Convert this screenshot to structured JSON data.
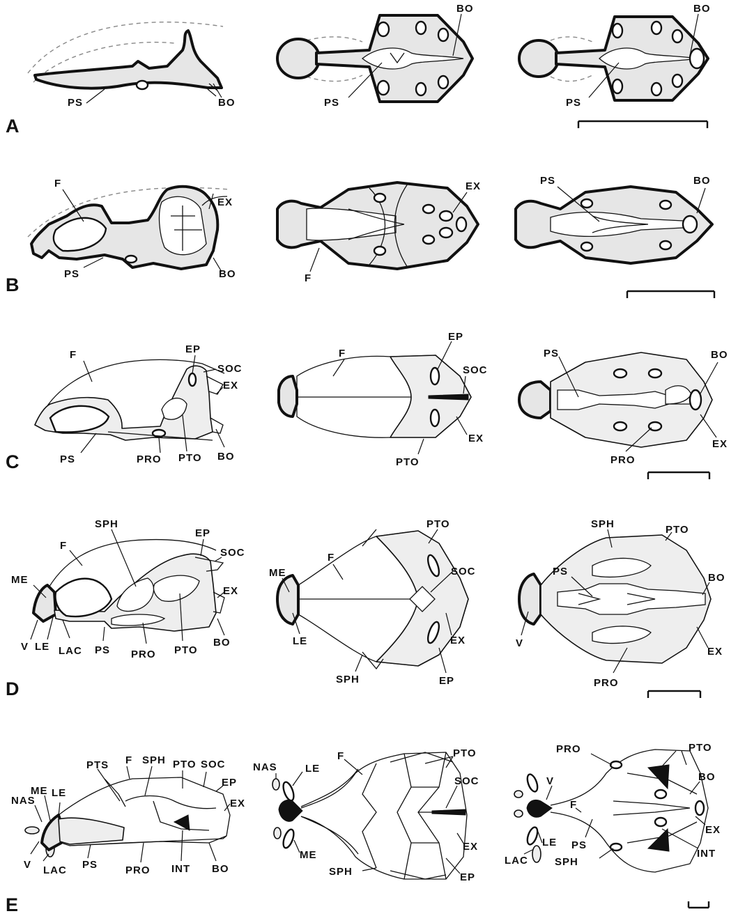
{
  "panels": [
    "A",
    "B",
    "C",
    "D",
    "E"
  ],
  "labels": {
    "PS": "PS",
    "BO": "BO",
    "F": "F",
    "EX": "EX",
    "EP": "EP",
    "SOC": "SOC",
    "PRO": "PRO",
    "PTO": "PTO",
    "SPH": "SPH",
    "ME": "ME",
    "V": "V",
    "LE": "LE",
    "LAC": "LAC",
    "NAS": "NAS",
    "PTS": "PTS",
    "INT": "INT"
  }
}
